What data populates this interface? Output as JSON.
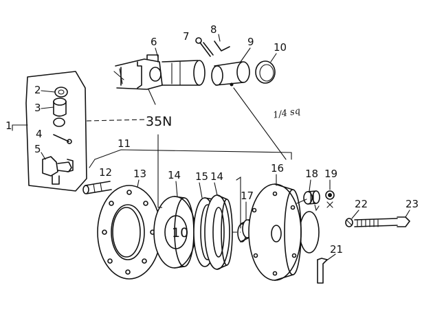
{
  "diagram": {
    "labels": {
      "n1": "1",
      "n2": "2",
      "n3": "3",
      "n4": "4",
      "n5": "5",
      "n6": "6",
      "n7": "7",
      "n8": "8",
      "n9": "9",
      "n10": "10",
      "n11": "11",
      "n12": "12",
      "n13": "13",
      "n14a": "14",
      "n15": "15",
      "n14b": "14",
      "n16": "16",
      "n17": "17",
      "n18": "18",
      "n19": "19",
      "n21": "21",
      "n22": "22",
      "n23": "23"
    },
    "code": "35N",
    "disc_label": "10",
    "annotation": "1/4 sq"
  }
}
